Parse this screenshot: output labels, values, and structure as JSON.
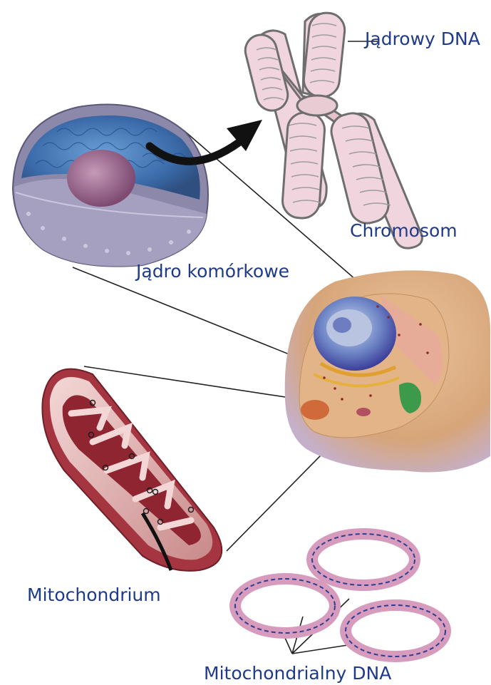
{
  "labels": {
    "nuclear_dna": "Jądrowy DNA",
    "chromosome": "Chromosom",
    "nucleus": "Jądro komórkowe",
    "mitochondrion": "Mitochondrium",
    "mitochondrial_dna": "Mitochondrialny DNA"
  },
  "colors": {
    "label_text": "#1f3a8a",
    "chromosome_fill": "#f2d4de",
    "chromosome_outline": "#7a7a7a",
    "nucleus_dna": "#3a73b8",
    "nucleus_shell": "#8a86a8",
    "nucleolus": "#a2688e",
    "cell_body": "#e0b48a",
    "mitochondrion_outer": "#a83a45",
    "mitochondrion_inner": "#8e2530",
    "mtdna_ring": "#d69bbd",
    "mtdna_strand": "#2f3f8f"
  }
}
